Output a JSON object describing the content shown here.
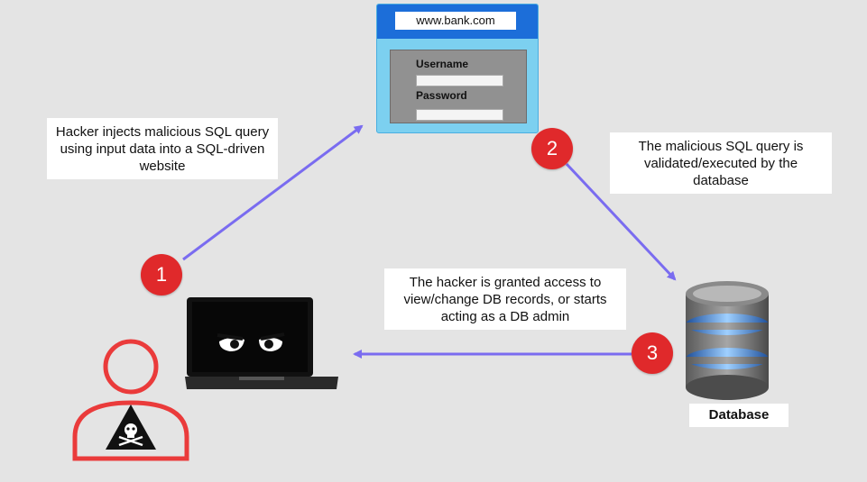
{
  "browser": {
    "url": "www.bank.com",
    "username_label": "Username",
    "password_label": "Password"
  },
  "steps": [
    {
      "number": "1",
      "text": "Hacker injects malicious SQL query using input data into a SQL-driven website"
    },
    {
      "number": "2",
      "text": "The malicious SQL query is validated/executed by the database"
    },
    {
      "number": "3",
      "text": "The hacker is granted access to view/change DB records, or starts acting as a DB admin"
    }
  ],
  "database": {
    "label": "Database"
  },
  "colors": {
    "arrow": "#7a6cf0",
    "badge": "#e0292b",
    "hacker_outline": "#ea3b3b",
    "background": "#e4e4e4"
  }
}
